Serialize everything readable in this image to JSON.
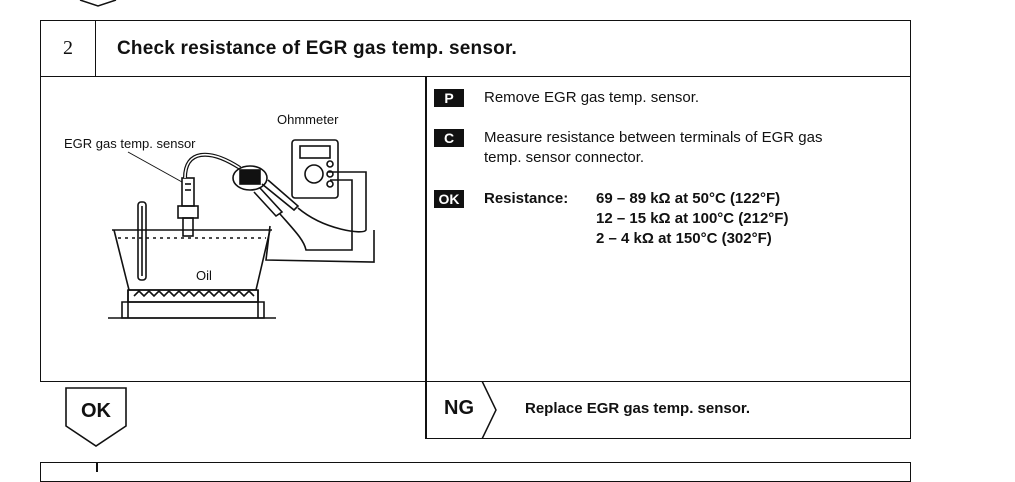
{
  "step": {
    "number": "2",
    "title": "Check resistance of EGR gas temp. sensor."
  },
  "illustration": {
    "ohmmeter_label": "Ohmmeter",
    "sensor_label": "EGR gas temp. sensor",
    "oil_label": "Oil"
  },
  "instructions": [
    {
      "badge": "P",
      "text": "Remove EGR gas temp. sensor."
    },
    {
      "badge": "C",
      "line1": "Measure resistance between terminals of EGR gas",
      "line2": "temp. sensor connector."
    }
  ],
  "result": {
    "badge": "OK",
    "label": "Resistance:",
    "values": [
      "69 – 89 kΩ at 50°C (122°F)",
      "12 – 15 kΩ at 100°C (212°F)",
      "2 – 4 kΩ at 150°C (302°F)"
    ]
  },
  "outcomes": {
    "ok_label": "OK",
    "ng_label": "NG",
    "ng_action": "Replace EGR gas temp. sensor."
  }
}
